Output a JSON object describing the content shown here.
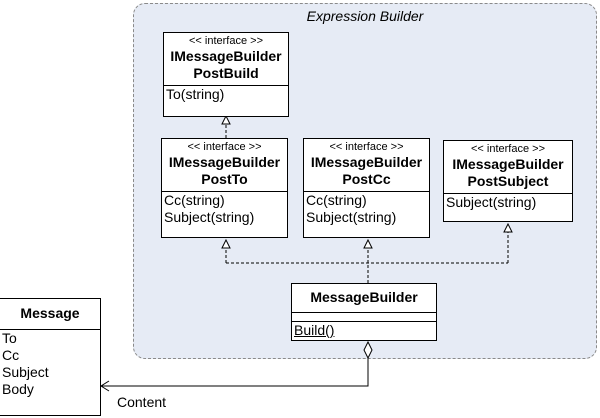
{
  "group": {
    "title": "Expression Builder"
  },
  "interfaces": {
    "post_build": {
      "stereotype": "<< interface >>",
      "name_line1": "IMessageBuilder",
      "name_line2": "PostBuild",
      "methods": [
        "To(string)"
      ]
    },
    "post_to": {
      "stereotype": "<< interface >>",
      "name_line1": "IMessageBuilder",
      "name_line2": "PostTo",
      "methods": [
        "Cc(string)",
        "Subject(string)"
      ]
    },
    "post_cc": {
      "stereotype": "<< interface >>",
      "name_line1": "IMessageBuilder",
      "name_line2": "PostCc",
      "methods": [
        "Cc(string)",
        "Subject(string)"
      ]
    },
    "post_subject": {
      "stereotype": "<< interface >>",
      "name_line1": "IMessageBuilder",
      "name_line2": "PostSubject",
      "methods": [
        "Subject(string)"
      ]
    }
  },
  "message_builder": {
    "name": "MessageBuilder",
    "methods": [
      "Build()"
    ]
  },
  "message": {
    "name": "Message",
    "attributes": [
      "To",
      "Cc",
      "Subject",
      "Body"
    ]
  },
  "association": {
    "label": "Content"
  }
}
